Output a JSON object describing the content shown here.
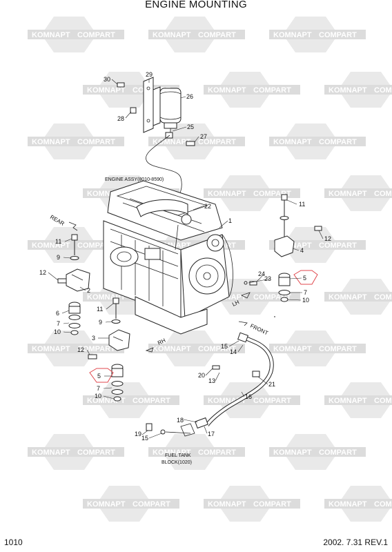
{
  "title": "ENGINE MOUNTING",
  "footer": {
    "page_code": "1010",
    "date_rev": "2002. 7.31  REV.1"
  },
  "watermark": {
    "left": "KOMNAPT",
    "right": "COMPART"
  },
  "notes": {
    "engine_assy": "ENGINE ASSY(8010-8590)",
    "fuel_tank_line1": "FUEL TANK",
    "fuel_tank_line2": "BLOCK(1020)"
  },
  "directions": {
    "rear": "REAR",
    "rh": "RH",
    "lh": "LH",
    "front": "FRONT"
  },
  "callouts": {
    "c30": "30",
    "c29": "29",
    "c26": "26",
    "c28": "28",
    "c25": "25",
    "c27": "27",
    "c22": "22",
    "c1": "1",
    "c11a": "11",
    "c9a": "9",
    "c12a": "12",
    "c2": "2",
    "c6": "6",
    "c7a": "7",
    "c10a": "10",
    "c11b": "11",
    "c9b": "9",
    "c3": "3",
    "c12b": "12",
    "c5a": "5",
    "c7b": "7",
    "c10b": "10",
    "c11c": "11",
    "c12c": "12",
    "c4": "4",
    "c24": "24",
    "c23": "23",
    "c5b": "5",
    "c7c": "7",
    "c10c": "10",
    "c15a": "15",
    "c14": "14",
    "c20": "20",
    "c13": "13",
    "c21": "21",
    "c16": "16",
    "c18": "18",
    "c19": "19",
    "c15b": "15",
    "c17": "17"
  },
  "colors": {
    "highlight": "#e0474c",
    "watermark": "#e9e9e9"
  }
}
